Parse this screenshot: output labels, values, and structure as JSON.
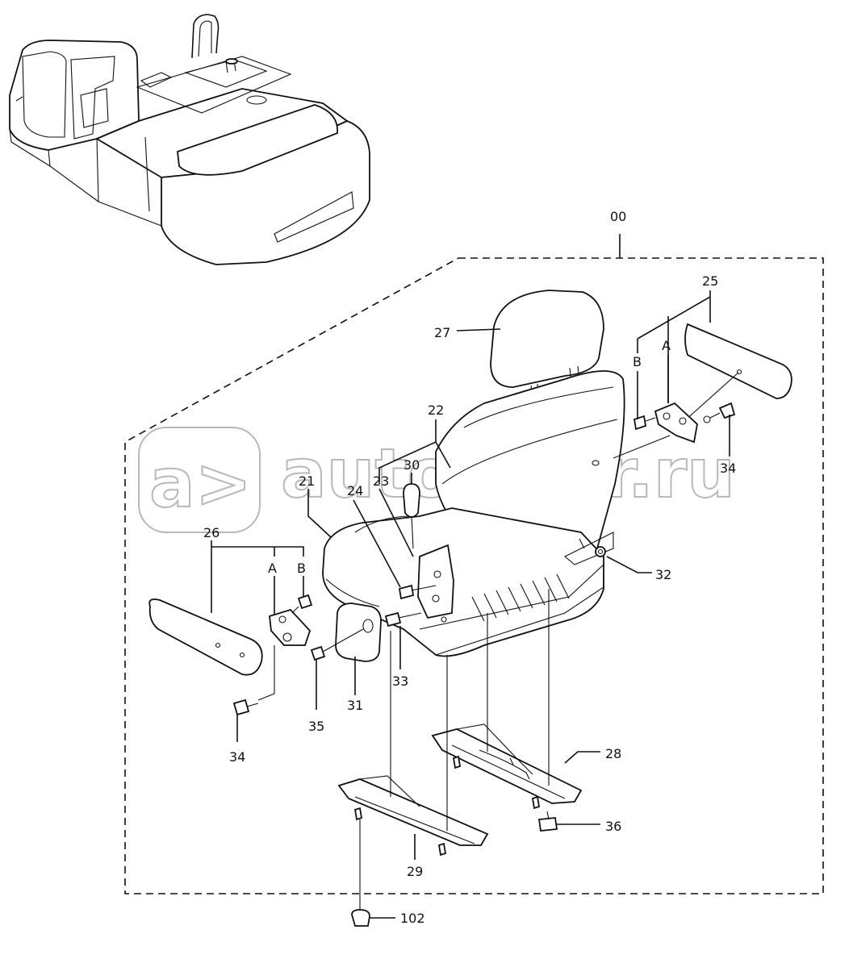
{
  "diagram": {
    "assembly_label": "00",
    "callouts": [
      {
        "id": "c00",
        "text": "00"
      },
      {
        "id": "c25",
        "text": "25"
      },
      {
        "id": "c27",
        "text": "27"
      },
      {
        "id": "c22",
        "text": "22"
      },
      {
        "id": "c30",
        "text": "30"
      },
      {
        "id": "c21",
        "text": "21"
      },
      {
        "id": "c24",
        "text": "24"
      },
      {
        "id": "c23",
        "text": "23"
      },
      {
        "id": "c26",
        "text": "26"
      },
      {
        "id": "c34r",
        "text": "34"
      },
      {
        "id": "c32",
        "text": "32"
      },
      {
        "id": "c33",
        "text": "33"
      },
      {
        "id": "c31",
        "text": "31"
      },
      {
        "id": "c35",
        "text": "35"
      },
      {
        "id": "c34l",
        "text": "34"
      },
      {
        "id": "c28",
        "text": "28"
      },
      {
        "id": "c36",
        "text": "36"
      },
      {
        "id": "c29",
        "text": "29"
      },
      {
        "id": "c102",
        "text": "102"
      }
    ],
    "branch_letters": {
      "right_b": "B",
      "right_a": "A",
      "left_a": "A",
      "left_b": "B"
    }
  },
  "watermark": {
    "logo_glyph": "a>",
    "text": "autopiter.ru"
  }
}
